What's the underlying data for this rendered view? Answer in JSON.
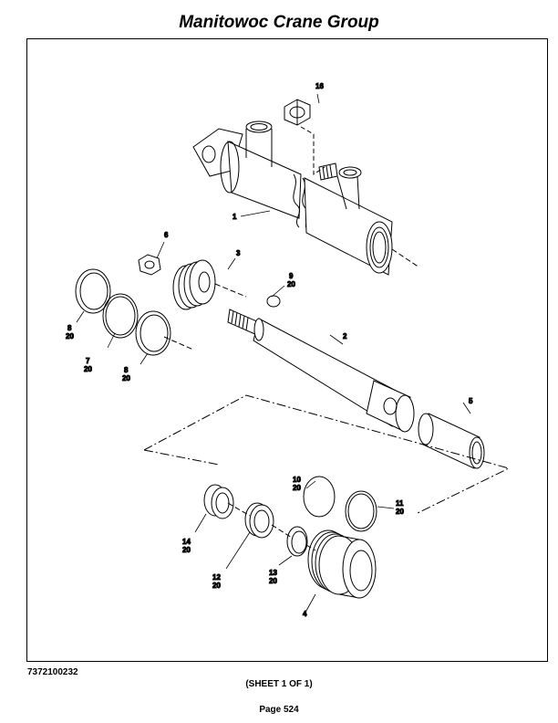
{
  "header": {
    "title": "Manitowoc Crane Group"
  },
  "footer": {
    "drawing_number": "7372100232",
    "sheet": "(SHEET 1 OF 1)",
    "page": "Page 524"
  },
  "callouts": {
    "c1": {
      "item": "1"
    },
    "c2": {
      "item": "2"
    },
    "c3": {
      "item": "3"
    },
    "c4": {
      "item": "4"
    },
    "c5": {
      "item": "5"
    },
    "c6": {
      "item": "6"
    },
    "c7": {
      "item": "7",
      "kit": "20"
    },
    "c8a": {
      "item": "8",
      "kit": "20"
    },
    "c8b": {
      "item": "8",
      "kit": "20"
    },
    "c9": {
      "item": "9",
      "kit": "20"
    },
    "c10": {
      "item": "10",
      "kit": "20"
    },
    "c11": {
      "item": "11",
      "kit": "20"
    },
    "c12": {
      "item": "12",
      "kit": "20"
    },
    "c13": {
      "item": "13",
      "kit": "20"
    },
    "c14": {
      "item": "14",
      "kit": "20"
    },
    "c16": {
      "item": "16"
    }
  }
}
